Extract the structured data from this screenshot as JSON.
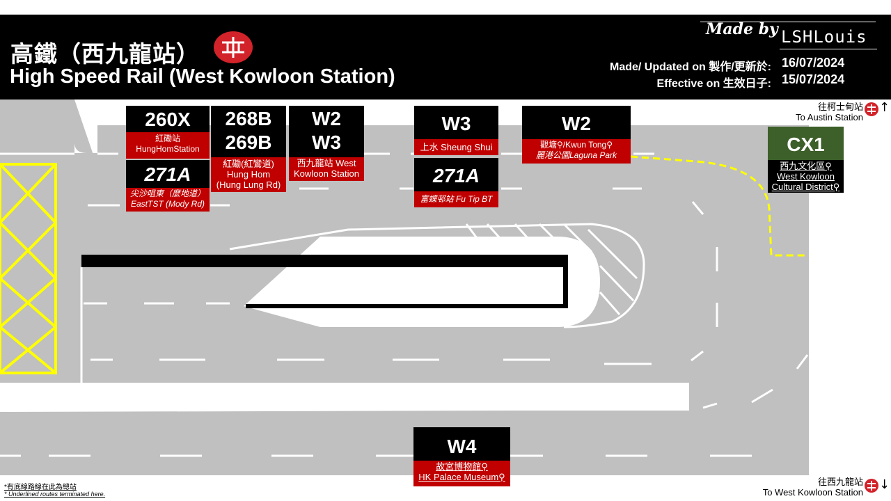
{
  "header": {
    "title_zh": "高鐵（西九龍站）",
    "title_en": "High Speed Rail (West Kowloon Station)",
    "made_by": "Made by",
    "author": "LSHLouis",
    "updated_label": "Made/ Updated on 製作/更新於:",
    "updated_date": "16/07/2024",
    "effective_label": "Effective on 生效日子:",
    "effective_date": "15/07/2024"
  },
  "stops": {
    "s260x": {
      "route": "260X",
      "dest": "紅磡站\nHungHomStation"
    },
    "s271a_1": {
      "route": "271A",
      "dest_zh": "尖沙咀東（麼地道）",
      "dest_en": "EastTST (Mody Rd)"
    },
    "s268b": {
      "route1": "268B",
      "route2": "269B",
      "dest_zh": "紅磡(紅鸞道)",
      "dest_en1": "Hung Hom",
      "dest_en2": "(Hung Lung Rd)"
    },
    "sw2w3": {
      "route1": "W2",
      "route2": "W3",
      "dest_zh": "西九龍站 West",
      "dest_en": "Kowloon Station"
    },
    "sw3": {
      "route": "W3",
      "dest": "上水 Sheung Shui"
    },
    "s271a_2": {
      "route": "271A",
      "dest": "富蝶邨站 Fu Tip BT"
    },
    "sw2": {
      "route": "W2",
      "dest1": "觀塘⚲/Kwun Tong⚲",
      "dest2": "麗港公園Laguna  Park"
    },
    "scx1": {
      "route": "CX1",
      "dest_zh": "西九文化區⚲",
      "dest_en1": "West Kowloon",
      "dest_en2": "Cultural District⚲"
    },
    "sw4": {
      "route": "W4",
      "dest_zh": "故宮博物館⚲",
      "dest_en": "HK Palace Museum⚲"
    }
  },
  "signs": {
    "austin_zh": "往柯士甸站",
    "austin_en": "To Austin Station",
    "wk_zh": "往西九龍站",
    "wk_en": "To West Kowloon Station"
  },
  "notes": {
    "note1": "*有底線路線在此為總站",
    "note2": "* Underlined routes terminated here."
  },
  "colors": {
    "road": "#c0c0c0",
    "route_bg": "#000000",
    "dest_bg": "#c00000",
    "cx1_bg": "#3d5f2a",
    "hatch": "#ffff00",
    "mtr": "#d2232a"
  }
}
